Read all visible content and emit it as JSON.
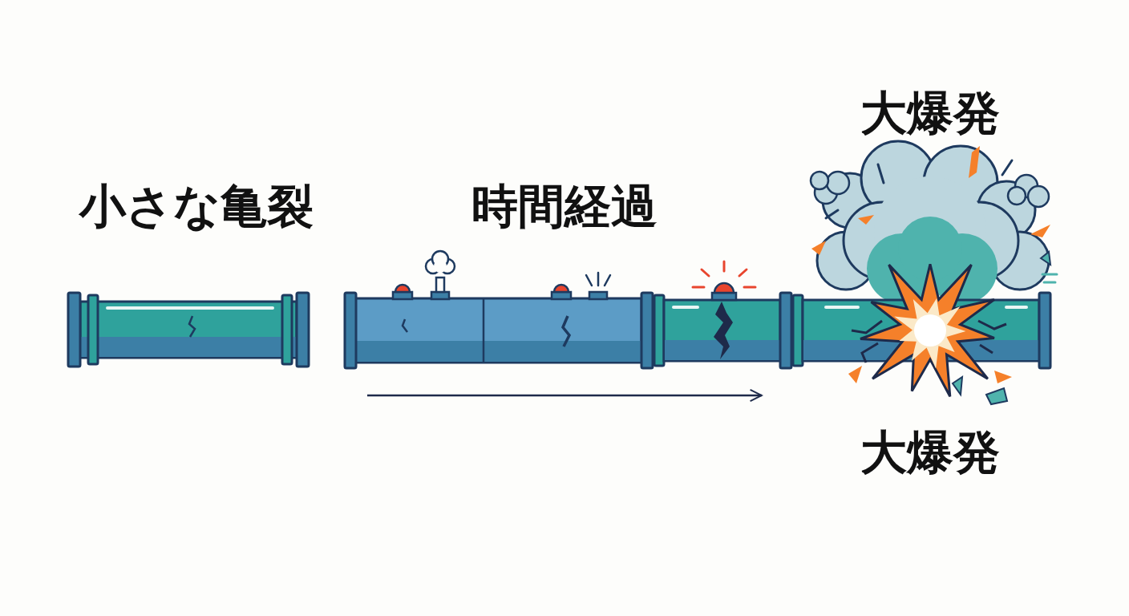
{
  "diagram": {
    "labels": [
      "小さな亀裂",
      "時間経過",
      "大爆発",
      "大爆発"
    ]
  }
}
